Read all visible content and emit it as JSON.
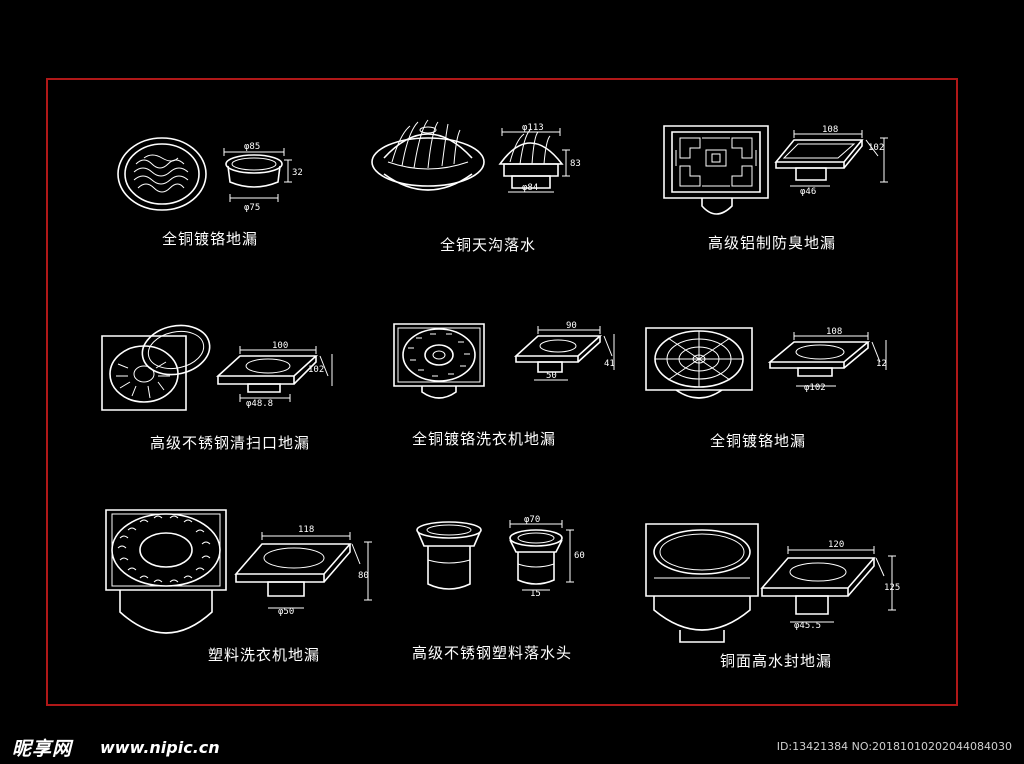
{
  "items": [
    {
      "label": "全铜镀铬地漏"
    },
    {
      "label": "全铜天沟落水"
    },
    {
      "label": "高级铝制防臭地漏"
    },
    {
      "label": "高级不锈钢清扫口地漏"
    },
    {
      "label": "全铜镀铬洗衣机地漏"
    },
    {
      "label": "全铜镀铬地漏"
    },
    {
      "label": "塑料洗衣机地漏"
    },
    {
      "label": "高级不锈钢塑料落水头"
    },
    {
      "label": "铜面高水封地漏"
    }
  ],
  "dimensions": {
    "d1_top": "φ85",
    "d1_side": "32",
    "d1_bottom": "φ75",
    "d2_top": "φ113",
    "d2_side": "83",
    "d2_bottom": "φ84",
    "d3_top": "108",
    "d3_side": "102",
    "d3_bottom": "φ46",
    "d4_top": "100",
    "d4_side": "102",
    "d4_bottom": "φ48.8",
    "d5_top": "90",
    "d5_side": "41",
    "d5_bottom": "50",
    "d6_top": "108",
    "d6_side": "12",
    "d6_bottom": "φ102",
    "d7_top": "118",
    "d7_side": "80",
    "d7_bottom": "φ50",
    "d8_top": "φ70",
    "d8_side": "60",
    "d8_bottom": "15",
    "d9_top": "120",
    "d9_side": "125",
    "d9_bottom": "φ45.5"
  },
  "watermark": {
    "logo": "昵享网",
    "url": "www.nipic.cn",
    "id_text": "ID:13421384 NO:20181010202044084030"
  },
  "colors": {
    "background": "#000000",
    "frame": "#b01818",
    "lines": "#ffffff"
  }
}
